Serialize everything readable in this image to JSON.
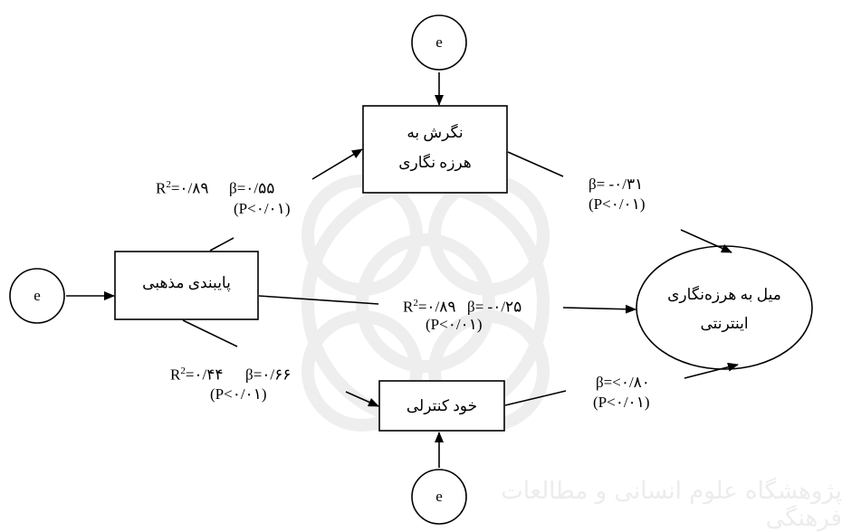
{
  "nodes": {
    "e_top": "e",
    "e_left": "e",
    "e_bottom": "e",
    "attitude": {
      "line1": "نگرش به",
      "line2": "هرزه نگاری"
    },
    "religious": "پایبندی مذهبی",
    "selfcontrol": "خود کنترلی",
    "outcome": {
      "line1": "میل به هرزه‌نگاری",
      "line2": "اینترنتی"
    }
  },
  "paths": {
    "rel_att": {
      "r2_prefix": "R",
      "r2_sup": "2",
      "r2_value": "=۰/۸۹",
      "beta": "β=۰/۵۵",
      "p": "(P<۰/۰۱)"
    },
    "att_out": {
      "beta": "β= -۰/۳۱",
      "p": "(P<۰/۰۱)"
    },
    "rel_out": {
      "r2_prefix": "R",
      "r2_sup": "2",
      "r2_value": "=۰/۸۹",
      "beta": "β= -۰/۲۵",
      "p": "(P<۰/۰۱)"
    },
    "rel_self": {
      "r2_prefix": "R",
      "r2_sup": "2",
      "r2_value": "=۰/۴۴",
      "beta": "β=۰/۶۶",
      "p": "(P<۰/۰۱)"
    },
    "self_out": {
      "beta": "β=<۰/۸۰",
      "p": "(P<۰/۰۱)"
    }
  },
  "watermark": "پژوهشگاه علوم انسانی و مطالعات فرهنگی"
}
